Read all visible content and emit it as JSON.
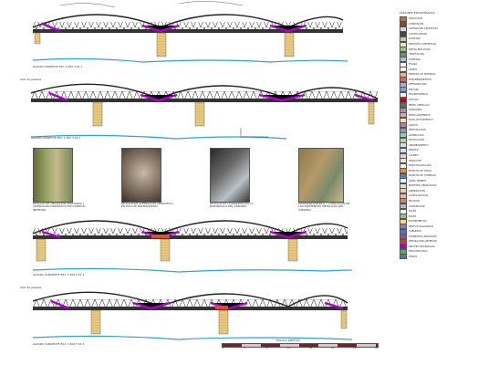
{
  "sheet": {
    "elevation_labels": [
      "ALZADO NORESTE  ESC 1:300 T-01 1",
      "ALZADO NORESTE  ESC 1:300 T-01 2",
      "ALZADO SUROESTE  ESC 1:300 T-01 1",
      "ALZADO SUROESTE  ESC 1:300 T-01 2"
    ],
    "side_labels": [
      "lado de pesada",
      "lado de pesada"
    ],
    "photo_captions": [
      "DETALLE DE OXIDACION PROFUNDA Y ALTERACION CROMATICA EN CORDON INFERIOR",
      "DETALLE DE ALTERACION CROMATICA EN PILA DE MAMPOSTERIA",
      "DETALLE DE CORROSION EN LA BARANDILLA DEL TABLERO",
      "DESPRENDIMIENTO Y CORROSION EN LOS ELEMENTOS METALICOS DEL TABLERO"
    ],
    "legend_title": "LESIONES ENCONTRADAS",
    "legend": [
      {
        "label": "OXIDACION",
        "color": "#b07a3a"
      },
      {
        "label": "CORROSION",
        "color": "#8a4b2a"
      },
      {
        "label": "ALTERACION CROMATICA",
        "color": "#d9d9d9"
      },
      {
        "label": "COSTRA NEGRA",
        "color": "#444444"
      },
      {
        "label": "SUCIEDAD",
        "color": "#c9c9a0"
      },
      {
        "label": "DEPOSITO SUPERFICIAL",
        "color": "#e8e1c8"
      },
      {
        "label": "PATINA BIOLOGICA",
        "color": "#9cbf7a"
      },
      {
        "label": "VEGETACION",
        "color": "#5f9a4a"
      },
      {
        "label": "HUMEDAD",
        "color": "#9fc5e8"
      },
      {
        "label": "FISURA",
        "color": "#ffffff"
      },
      {
        "label": "GRIETA",
        "color": "#ffffff"
      },
      {
        "label": "PERDIDA DE MATERIAL",
        "color": "#f4b183"
      },
      {
        "label": "DESPRENDIMIENTO",
        "color": "#e06666"
      },
      {
        "label": "DEFORMACION",
        "color": "#b4a7d6"
      },
      {
        "label": "PINTURA",
        "color": "#6fa8dc"
      },
      {
        "label": "EFLORESCENCIA",
        "color": "#f3f3f3"
      },
      {
        "label": "ROTURA",
        "color": "#cc0000"
      },
      {
        "label": "PERFIL METALICO",
        "color": "#666666"
      },
      {
        "label": "ROBLONES",
        "color": "#999999"
      },
      {
        "label": "DESPLAZAMIENTO",
        "color": "#d5a6bd"
      },
      {
        "label": "FALTA DE ELEMENTO",
        "color": "#ffe599"
      },
      {
        "label": "GRAFITI",
        "color": "#c27ba0"
      },
      {
        "label": "PERFORACION",
        "color": "#76a5af"
      },
      {
        "label": "LAMINACION",
        "color": "#a2c4c9"
      },
      {
        "label": "EXFOLIACION",
        "color": "#b6d7a8"
      },
      {
        "label": "ABOMBAMIENTO",
        "color": "#d0e0e3"
      },
      {
        "label": "PANDEO",
        "color": "#cfe2f3"
      },
      {
        "label": "ALABEO",
        "color": "#ead1dc"
      },
      {
        "label": "DESGASTE",
        "color": "#fce5cd"
      },
      {
        "label": "DESCASCARILLADO",
        "color": "#fff2cc"
      },
      {
        "label": "MANCHA DE OXIDO",
        "color": "#e69138"
      },
      {
        "label": "MANCHA DE HUMEDAD",
        "color": "#3d85c6"
      },
      {
        "label": "JUNTA ABIERTA",
        "color": "#ffffff"
      },
      {
        "label": "MORTERO DEGRADADO",
        "color": "#d9ead3"
      },
      {
        "label": "ARENIZACION",
        "color": "#f9cb9c"
      },
      {
        "label": "ALVEOLIZACION",
        "color": "#e6b8af"
      },
      {
        "label": "EROSION",
        "color": "#dd7e6b"
      },
      {
        "label": "CONCRECION",
        "color": "#b7b7b7"
      },
      {
        "label": "SALES",
        "color": "#efefef"
      },
      {
        "label": "NIDOS",
        "color": "#93c47d"
      },
      {
        "label": "EXCREMENTOS",
        "color": "#ffd966"
      },
      {
        "label": "RESTOS ORGANICOS",
        "color": "#8e7cc3"
      },
      {
        "label": "CABLEADO",
        "color": "#3c78d8"
      },
      {
        "label": "ELEMENTOS AÑADIDOS",
        "color": "#a64d79"
      },
      {
        "label": "REPARACION ANTERIOR",
        "color": "#cc4125"
      },
      {
        "label": "PINTURA DEGRADADA",
        "color": "#9900ff"
      },
      {
        "label": "DESCONCHADO",
        "color": "#6aa84f"
      },
      {
        "label": "OTROS",
        "color": "#45818e"
      }
    ],
    "scale": {
      "title": "ESCALA GRAFICA",
      "ticks": [
        "0",
        "5",
        "10",
        "15",
        "20",
        "25",
        "30",
        "35"
      ]
    }
  }
}
